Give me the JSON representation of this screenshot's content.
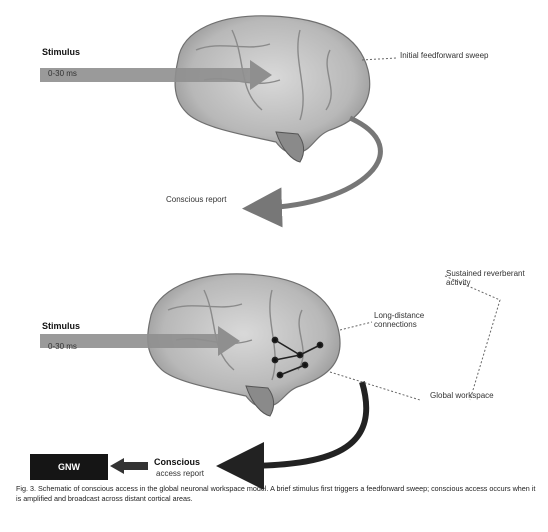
{
  "panels": {
    "top": {
      "input_label": "Stimulus",
      "input_sublabel": "0-30 ms",
      "callout": "Initial feedforward sweep",
      "output_label": "Conscious report"
    },
    "bottom": {
      "input_label": "Stimulus",
      "input_sublabel": "0-30 ms",
      "callout_1": "Sustained reverberant activity",
      "callout_2": "Long-distance connections",
      "callout_3": "Global workspace",
      "output_label": "Conscious",
      "output_sublabel": "access report",
      "badge": "GNW"
    }
  },
  "caption": "Fig. 3. Schematic of conscious access in the global neuronal workspace model. A brief stimulus first triggers a feedforward sweep; conscious access occurs when it is amplified and broadcast across distant cortical areas."
}
